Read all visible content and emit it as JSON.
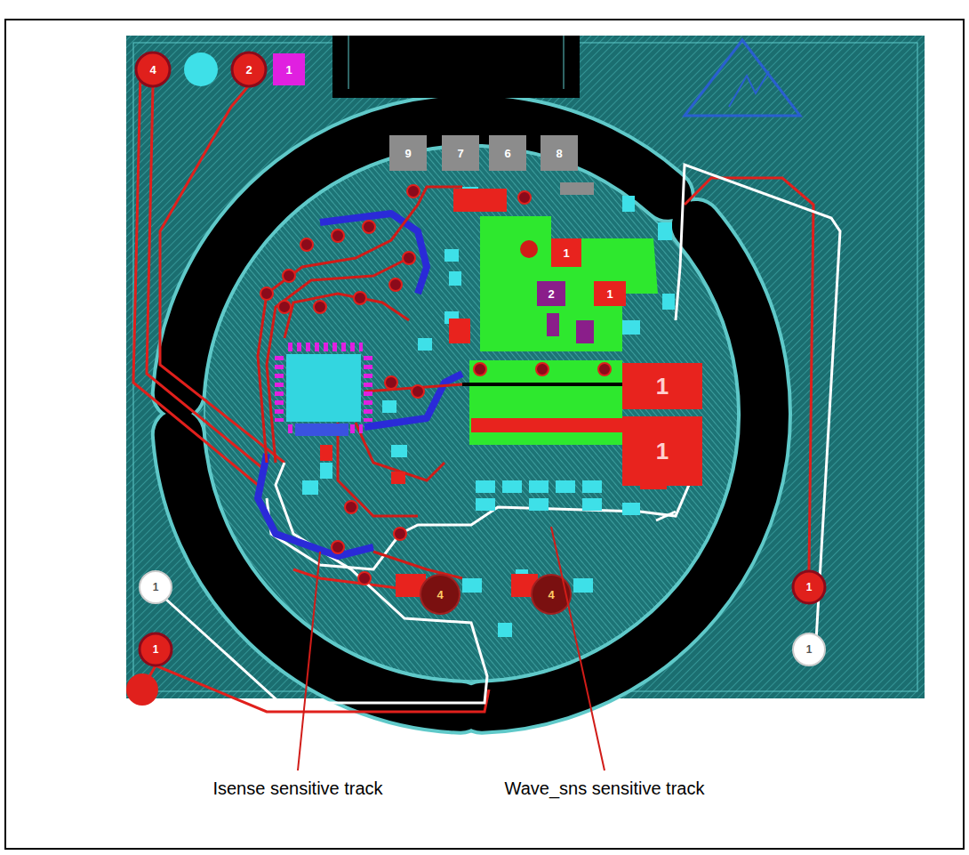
{
  "diagram": {
    "labels": [
      "4",
      "2",
      "1",
      "9",
      "7",
      "6",
      "8",
      "1",
      "2",
      "1",
      "1",
      "1",
      "1",
      "1",
      "1",
      "1",
      "4",
      "4",
      "Isense sensitive track",
      "Wave_sns sensitive track"
    ]
  }
}
